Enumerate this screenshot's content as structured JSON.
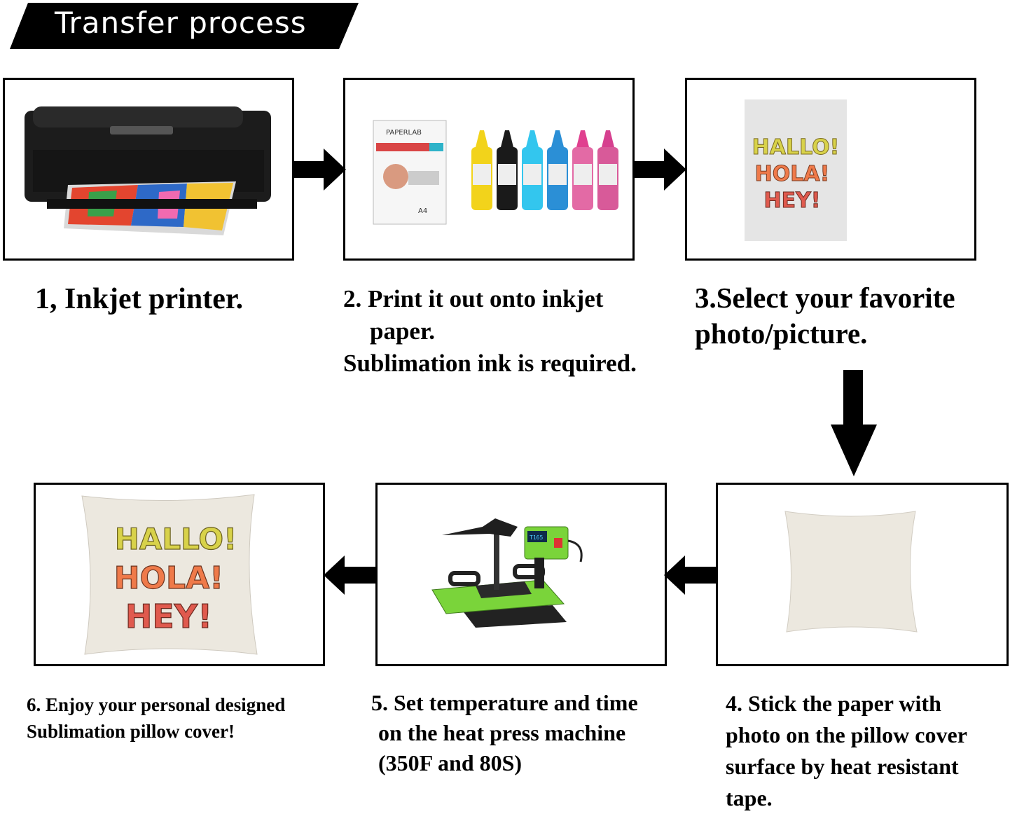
{
  "header": {
    "title": "Transfer process"
  },
  "steps": {
    "s1": {
      "lines": [
        "1, Inkjet printer."
      ]
    },
    "s2": {
      "lines": [
        "2. Print it out onto inkjet",
        "paper.",
        "Sublimation ink is required."
      ]
    },
    "s3": {
      "lines": [
        "3.Select your favorite",
        "photo/picture."
      ]
    },
    "s4": {
      "lines": [
        "4. Stick the paper with",
        "photo on the pillow cover",
        "surface by heat resistant",
        "tape."
      ]
    },
    "s5": {
      "lines": [
        "5. Set temperature and time",
        "on the heat press machine",
        "(350F and 80S)"
      ]
    },
    "s6": {
      "lines": [
        "6. Enjoy your personal designed",
        "Sublimation pillow cover!"
      ]
    }
  },
  "artwork": {
    "design_lines": [
      "HALLO!",
      "HOLA!",
      "HEY!"
    ],
    "paper_brand": "PAPERLAB",
    "paper_size": "A4",
    "press_display": "T165"
  },
  "colors": {
    "banner": "#000000",
    "ink": [
      "#f2d31b",
      "#1a1a1a",
      "#33c6ee",
      "#2b8fd6",
      "#e0408f",
      "#d6408f"
    ],
    "press_green": "#7ad43a",
    "pillow": "#ece8df",
    "design_yellow": "#d8d24a",
    "design_orange": "#ef7a4a",
    "design_red": "#e05a4e"
  }
}
